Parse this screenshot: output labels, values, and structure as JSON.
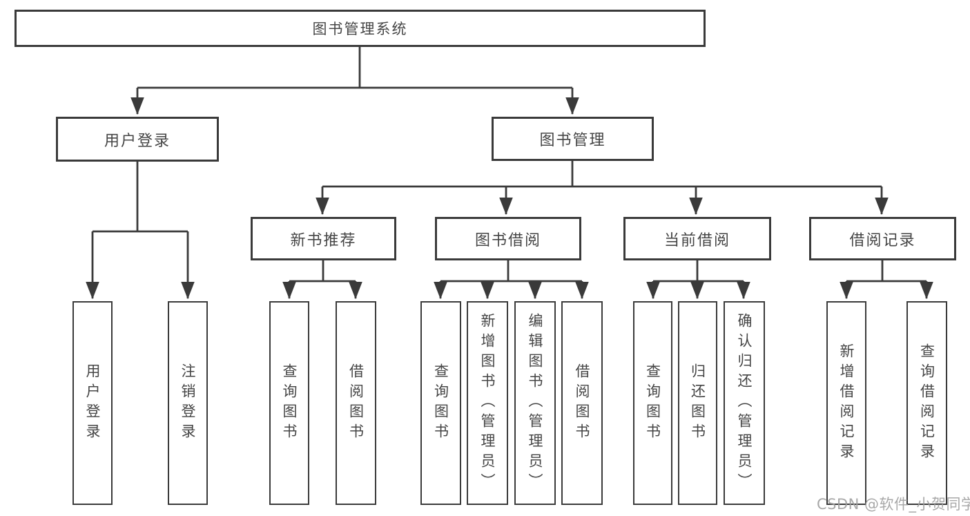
{
  "tree": {
    "label": "图书管理系统",
    "children": [
      {
        "label": "用户登录",
        "children": [
          {
            "label": "用户登录"
          },
          {
            "label": "注销登录"
          }
        ]
      },
      {
        "label": "图书管理",
        "children": [
          {
            "label": "新书推荐",
            "children": [
              {
                "label": "查询图书"
              },
              {
                "label": "借阅图书"
              }
            ]
          },
          {
            "label": "图书借阅",
            "children": [
              {
                "label": "查询图书"
              },
              {
                "label": "新增图书（管理员）"
              },
              {
                "label": "编辑图书（管理员）"
              },
              {
                "label": "借阅图书"
              }
            ]
          },
          {
            "label": "当前借阅",
            "children": [
              {
                "label": "查询图书"
              },
              {
                "label": "归还图书"
              },
              {
                "label": "确认归还（管理员）"
              }
            ]
          },
          {
            "label": "借阅记录",
            "children": [
              {
                "label": "新增借阅记录"
              },
              {
                "label": "查询借阅记录"
              }
            ]
          }
        ]
      }
    ]
  },
  "watermark": {
    "text": "CSDN @软件_小贺同学"
  },
  "colors": {
    "line": "#3a3a3a",
    "box_border": "#3a3a3a",
    "text": "#454545",
    "watermark": "#9e9e9e",
    "background": "#ffffff"
  }
}
